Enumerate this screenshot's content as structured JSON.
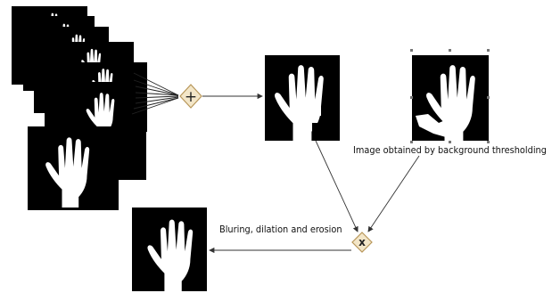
{
  "labels": {
    "threshold": "Image obtained by background thresholding",
    "blur": "Bluring, dilation and erosion"
  },
  "operators": {
    "sum_symbol": "+",
    "product_symbol": "x"
  },
  "icons": [
    "hand-silhouette-icon",
    "plus-operator-icon",
    "multiply-operator-icon",
    "arrow-icon"
  ],
  "colors": {
    "background": "#ffffff",
    "image_bg": "#000000",
    "hand": "#ffffff",
    "operator_fill": "#f3e6c8",
    "operator_stroke": "#b8975a",
    "arrow": "#333333",
    "handle": "#777777"
  }
}
